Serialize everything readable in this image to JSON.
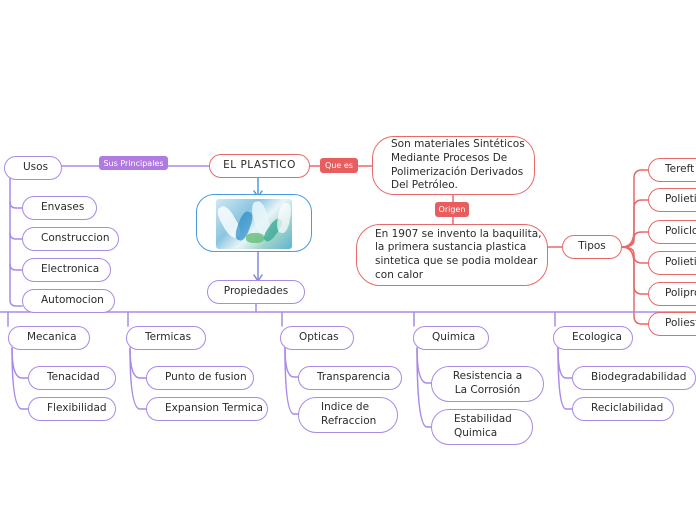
{
  "root": {
    "label": "EL PLASTICO"
  },
  "tags": {
    "sus_principales": "Sus Principales",
    "que_es": "Que es",
    "origen": "Origen"
  },
  "definition": {
    "text": "Son materiales Sintéticos\nMediante Procesos De\nPolimerización Derivados\nDel Petróleo."
  },
  "origin": {
    "text": "En 1907 se invento la baquilita,\nla primera sustancia plastica\nsintetica que se podia moldear\ncon calor"
  },
  "usos": {
    "label": "Usos",
    "items": [
      "Envases",
      "Construccion",
      "Electronica",
      "Automocion"
    ]
  },
  "tipos": {
    "label": "Tipos",
    "items": [
      "Tereft",
      "Polietil",
      "Policlo",
      "Polietil",
      "Polipro",
      "Poliest"
    ]
  },
  "propiedades": {
    "label": "Propiedades",
    "groups": [
      {
        "label": "Mecanica",
        "items": [
          "Tenacidad",
          "Flexibilidad"
        ]
      },
      {
        "label": "Termicas",
        "items": [
          "Punto de fusion",
          "Expansion Termica"
        ]
      },
      {
        "label": "Opticas",
        "items": [
          "Transparencia",
          "Indice de\nRefraccion"
        ]
      },
      {
        "label": "Quimica",
        "items": [
          "Resistencia a\nLa Corrosión",
          "Estabilidad\nQuimica"
        ]
      },
      {
        "label": "Ecologica",
        "items": [
          "Biodegradabilidad",
          "Reciclabilidad"
        ]
      }
    ]
  },
  "colors": {
    "purple": "#a98ae6",
    "red": "#e8696a",
    "blue": "#4c9be0",
    "tag_purple": "#b07be0",
    "tag_red": "#e85d5d"
  }
}
